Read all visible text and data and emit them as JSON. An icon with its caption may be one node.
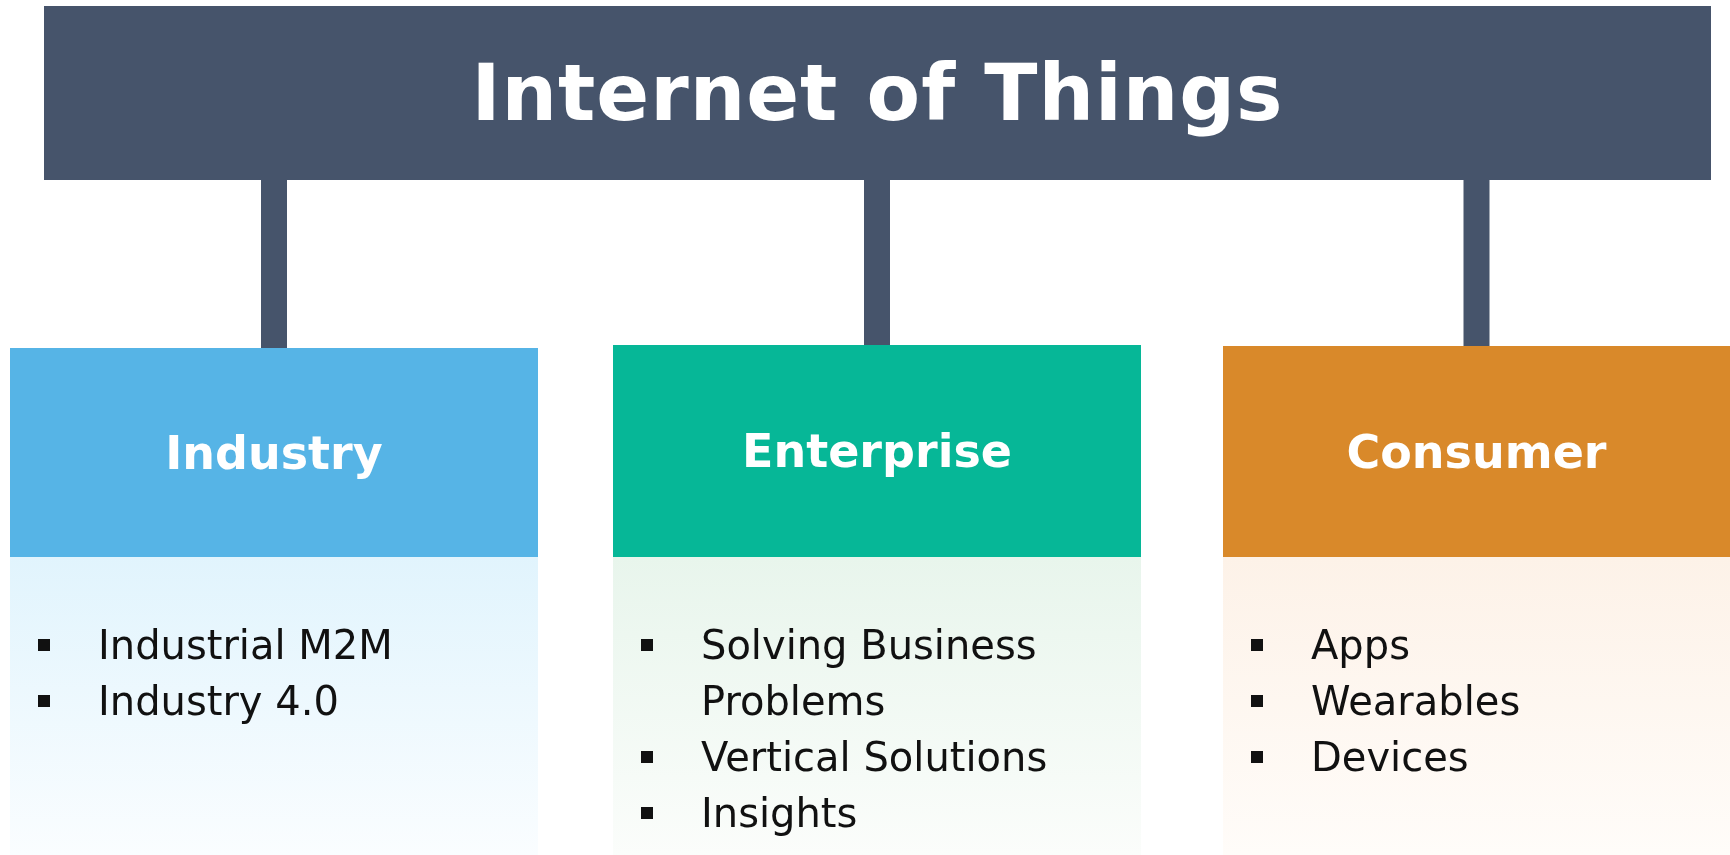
{
  "diagram": {
    "nodes": [
      {
        "text": [
          "Internet of Things"
        ]
      },
      {
        "text": [
          "Industry",
          "Industrial M2M",
          "Industry 4.0"
        ]
      },
      {
        "text": [
          "Enterprise",
          "Solving Business Problems",
          "Vertical Solutions",
          "Insights"
        ]
      },
      {
        "text": [
          "Consumer",
          "Apps",
          "Wearables",
          "Devices"
        ]
      }
    ],
    "edges": [
      {
        "from": 0,
        "to": 1,
        "arrow": "none"
      },
      {
        "from": 0,
        "to": 2,
        "arrow": "none"
      },
      {
        "from": 0,
        "to": 3,
        "arrow": "none"
      }
    ]
  }
}
